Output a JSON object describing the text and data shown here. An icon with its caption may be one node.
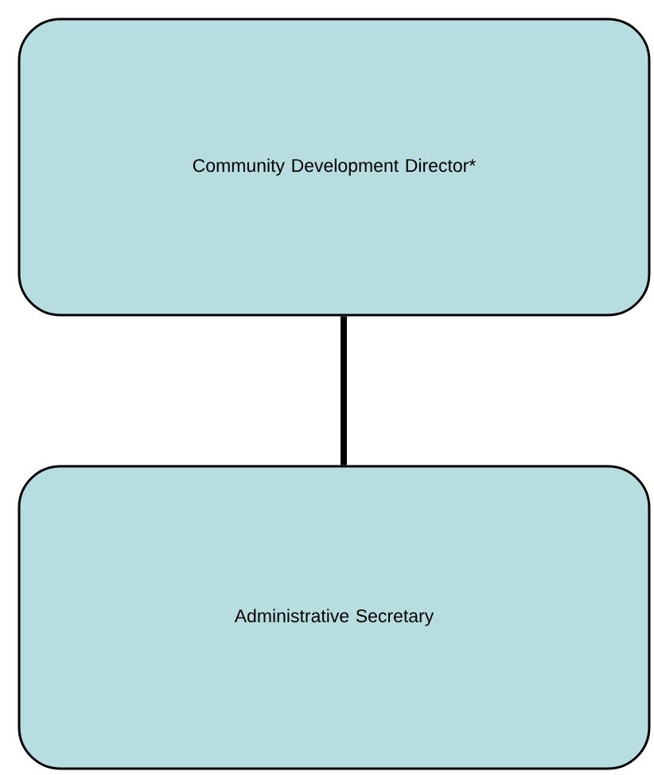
{
  "diagram": {
    "nodes": [
      {
        "text": [
          "Community Development Director*"
        ]
      },
      {
        "text": [
          "Administrative Secretary"
        ]
      }
    ],
    "edges": [
      {
        "from": 0,
        "to": 1,
        "arrow": "none"
      }
    ]
  }
}
